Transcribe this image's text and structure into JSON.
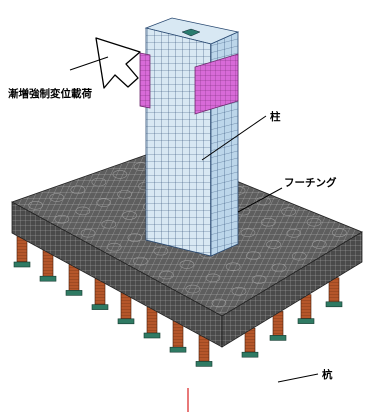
{
  "labels": {
    "load": "漸増強制変位載荷",
    "column": "柱",
    "footing": "フーチング",
    "pile": "杭"
  },
  "colors": {
    "column_face_left": "#d6e7f2",
    "column_face_right": "#b8d3e8",
    "column_mesh": "#2a4a72",
    "loading_plate": "#d86ad8",
    "footing_top": "#6a6a6a",
    "footing_side": "#4d4d4d",
    "footing_mesh": "#cfcfcf",
    "pile_body": "#b5562a",
    "pile_base": "#2f7a63",
    "core_top": "#2a7c6f"
  }
}
